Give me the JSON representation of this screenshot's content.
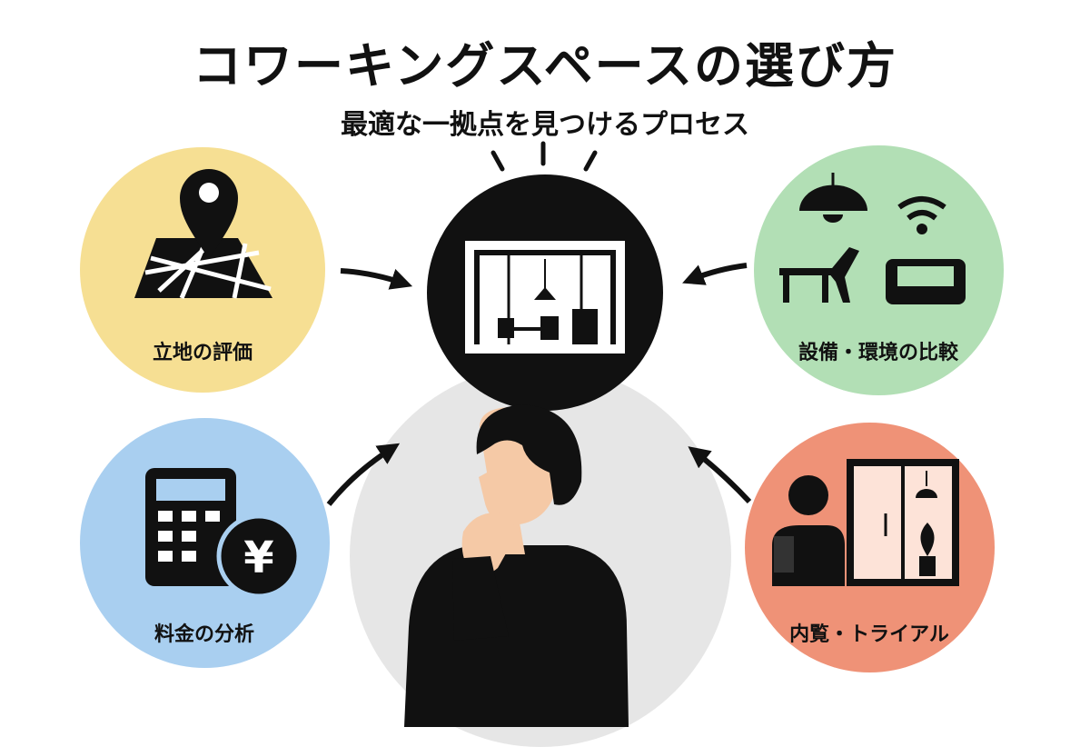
{
  "header": {
    "title": "コワーキングスペースの選び方",
    "subtitle": "最適な一拠点を見つけるプロセス"
  },
  "steps": [
    {
      "label": "立地の評価",
      "icon": "map-pin-icon",
      "color": "#f6df93"
    },
    {
      "label": "設備・環境の比較",
      "icon": "furniture-wifi-icon",
      "color": "#b2dfb5"
    },
    {
      "label": "料金の分析",
      "icon": "calculator-yen-icon",
      "color": "#a9cff0"
    },
    {
      "label": "内覧・トライアル",
      "icon": "visitor-door-icon",
      "color": "#ef9277"
    }
  ],
  "center": {
    "icon": "coworking-space-icon",
    "figure": "thinking-person"
  },
  "colors": {
    "center_bg": "#e6e6e6",
    "dark": "#111111",
    "skin": "#f5c9a6"
  }
}
